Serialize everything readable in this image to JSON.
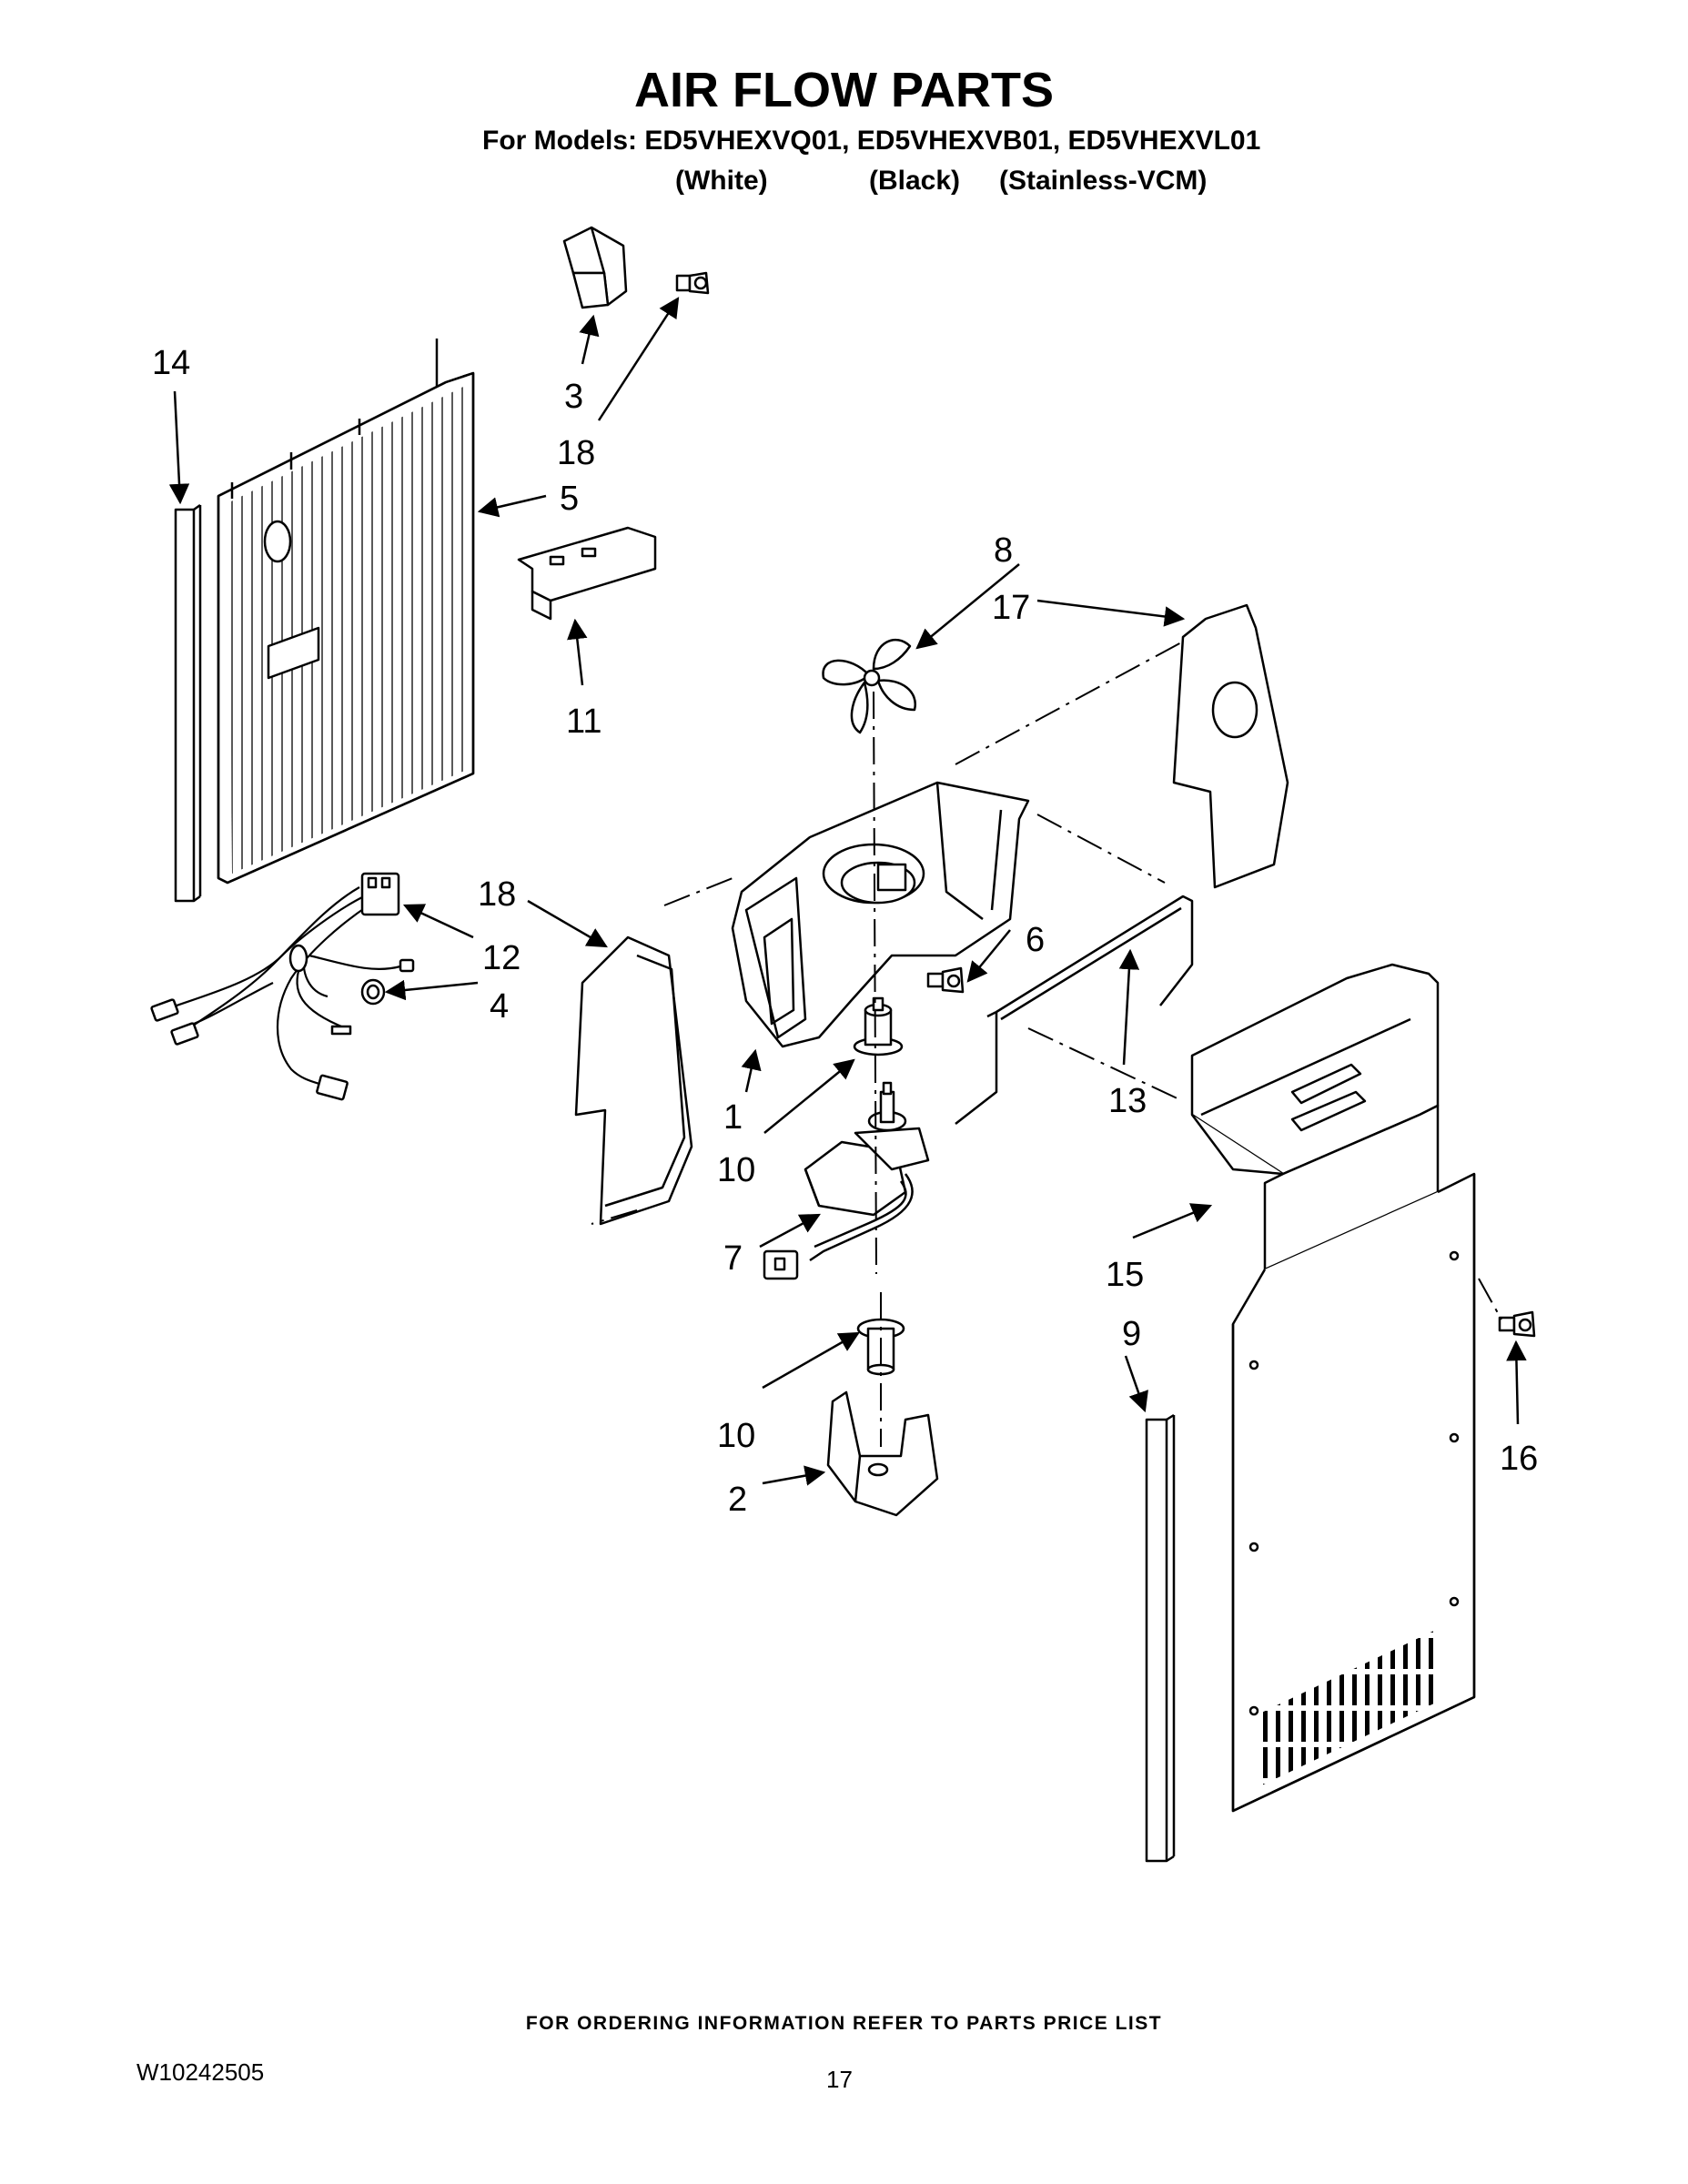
{
  "title": "AIR FLOW PARTS",
  "models_line": "For Models: ED5VHEXVQ01, ED5VHEXVB01, ED5VHEXVL01",
  "variants": [
    "(White)",
    "(Black)",
    "(Stainless-VCM)"
  ],
  "callouts": {
    "p1": "1",
    "p2": "2",
    "p3": "3",
    "p4": "4",
    "p5": "5",
    "p6": "6",
    "p7": "7",
    "p8": "8",
    "p9": "9",
    "p10a": "10",
    "p10b": "10",
    "p11": "11",
    "p12": "12",
    "p13": "13",
    "p14": "14",
    "p15": "15",
    "p16": "16",
    "p17": "17",
    "p18a": "18",
    "p18b": "18"
  },
  "footer": "FOR ORDERING INFORMATION REFER TO PARTS PRICE LIST",
  "doc_number": "W10242505",
  "page_number": "17"
}
